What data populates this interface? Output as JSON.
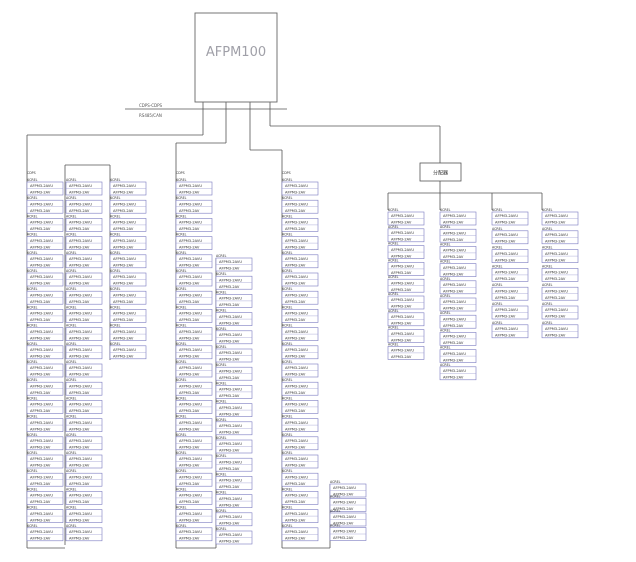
{
  "main_unit": {
    "label": "AFPM100"
  },
  "bus": {
    "label_top": "CDPS-CDPS",
    "label_bottom": "RS485/CAN"
  },
  "sub_unit": {
    "label": "分配器"
  },
  "module": {
    "name": "AFPM3-2AVU",
    "model": "AFPM3-2AV"
  },
  "column_heading": "CDPS",
  "row_prefix": "ACREL"
}
